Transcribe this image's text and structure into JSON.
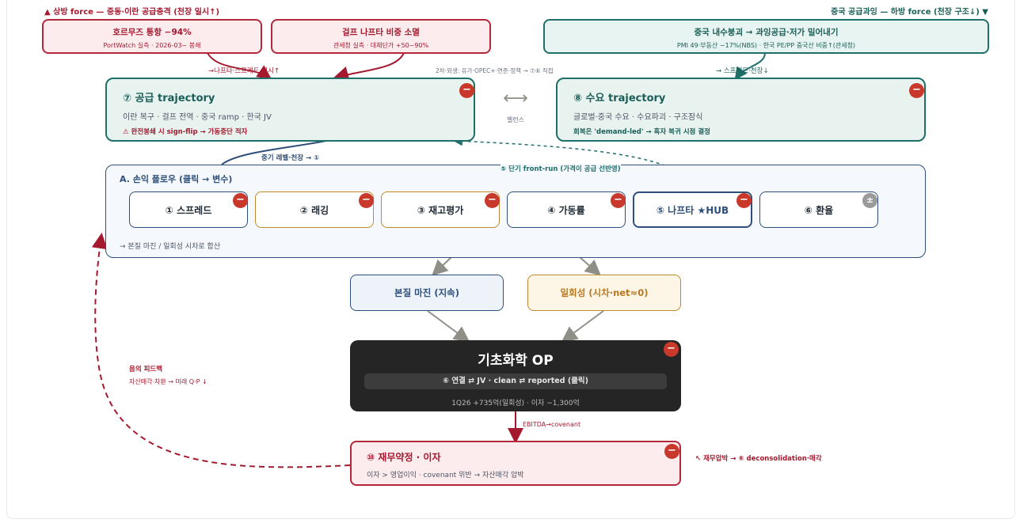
{
  "headers": {
    "left": "▲ 상방 force — 중동·이란 공급충격 (천장 일시↑)",
    "right": "중국 공급과잉 — 하방 force (천장 구조↓) ▼"
  },
  "forces": {
    "hormuz": {
      "title": "호르무즈 통항 −94%",
      "sub": "PortWatch 실측 · 2026-03~ 봉쇄"
    },
    "gulf": {
      "title": "걸프 나프타 비중 소멸",
      "sub": "관세청 실측 · 대체단가 +50~90%"
    },
    "china": {
      "title": "중국 내수붕괴 → 과잉공급·저가 밀어내기",
      "sub": "PMI 49·부동산 −17%(NBS) · 한국 PE/PP 중국산 비중↑(관세청)"
    }
  },
  "edge_labels": {
    "naphtha_spread": "→나프타·스프레드 일시↑",
    "secondary": "2차·외생: 유가·OPEC+·연준·정책 → ⑦⑧ 직접",
    "spread_ceiling": "→ 스프레드·천장↓",
    "balance": "밸런스",
    "mid_level": "중기 레벨·천장 → ①",
    "front_run": "⑤ 단기 front-run (가격이 공급 선반영)",
    "neg_feedback_title": "음의 피드백",
    "neg_feedback_sub": "자산매각·차환 → 미래 Q·P ↓",
    "ebitda": "EBITDA→covenant",
    "fin_pressure": "↖ 재무압박 → ⑥ deconsolidation·매각"
  },
  "supply": {
    "title": "⑦ 공급 trajectory",
    "sub": "이란 복구 · 걸프 전역 · 중국 ramp · 한국 JV",
    "warn": "⚠ 완전봉쇄 시 sign-flip → 가동중단 적자",
    "badge": "−"
  },
  "demand": {
    "title": "⑧ 수요 trajectory",
    "sub": "글로벌·중국 수요 · 수요파괴 · 구조잠식",
    "note": "회복은 'demand-led' → 흑자 복귀 시점 결정",
    "badge": "−"
  },
  "balance_arrow": "⟷",
  "flow": {
    "title": "A. 손익 플로우 (클릭 → 변수)",
    "footer": "→ 본질 마진 / 일회성 시차로 합산",
    "vars": [
      {
        "label": "① 스프레드",
        "badge": "−",
        "style": "blue"
      },
      {
        "label": "② 래깅",
        "badge": "−",
        "style": "orange"
      },
      {
        "label": "③ 재고평가",
        "badge": "−",
        "style": "orange"
      },
      {
        "label": "④ 가동률",
        "badge": "−",
        "style": "blue"
      },
      {
        "label": "⑤ 나프타 ★HUB",
        "badge": "−",
        "style": "hub"
      },
      {
        "label": "⑥ 환율",
        "badge": "±",
        "style": "blue"
      }
    ]
  },
  "core_margin": "본질 마진 (지속)",
  "one_off": "일회성 (시차·net≈0)",
  "op": {
    "title": "기초화학 OP",
    "sub": "⑥ 연결 ⇄ JV · clean ⇄ reported (클릭)",
    "note": "1Q26 +735억(일회성) · 이자 −1,300억",
    "badge": "−"
  },
  "finance": {
    "title": "⑩ 재무약정 · 이자",
    "sub": "이자 > 영업이익 · covenant 위반 → 자산매각 압박",
    "badge": "−"
  },
  "colors": {
    "red": "#b4283c",
    "teal": "#1f6f6a",
    "navy": "#2d4f7a",
    "orange": "#c28a2c",
    "dark": "#252525"
  }
}
